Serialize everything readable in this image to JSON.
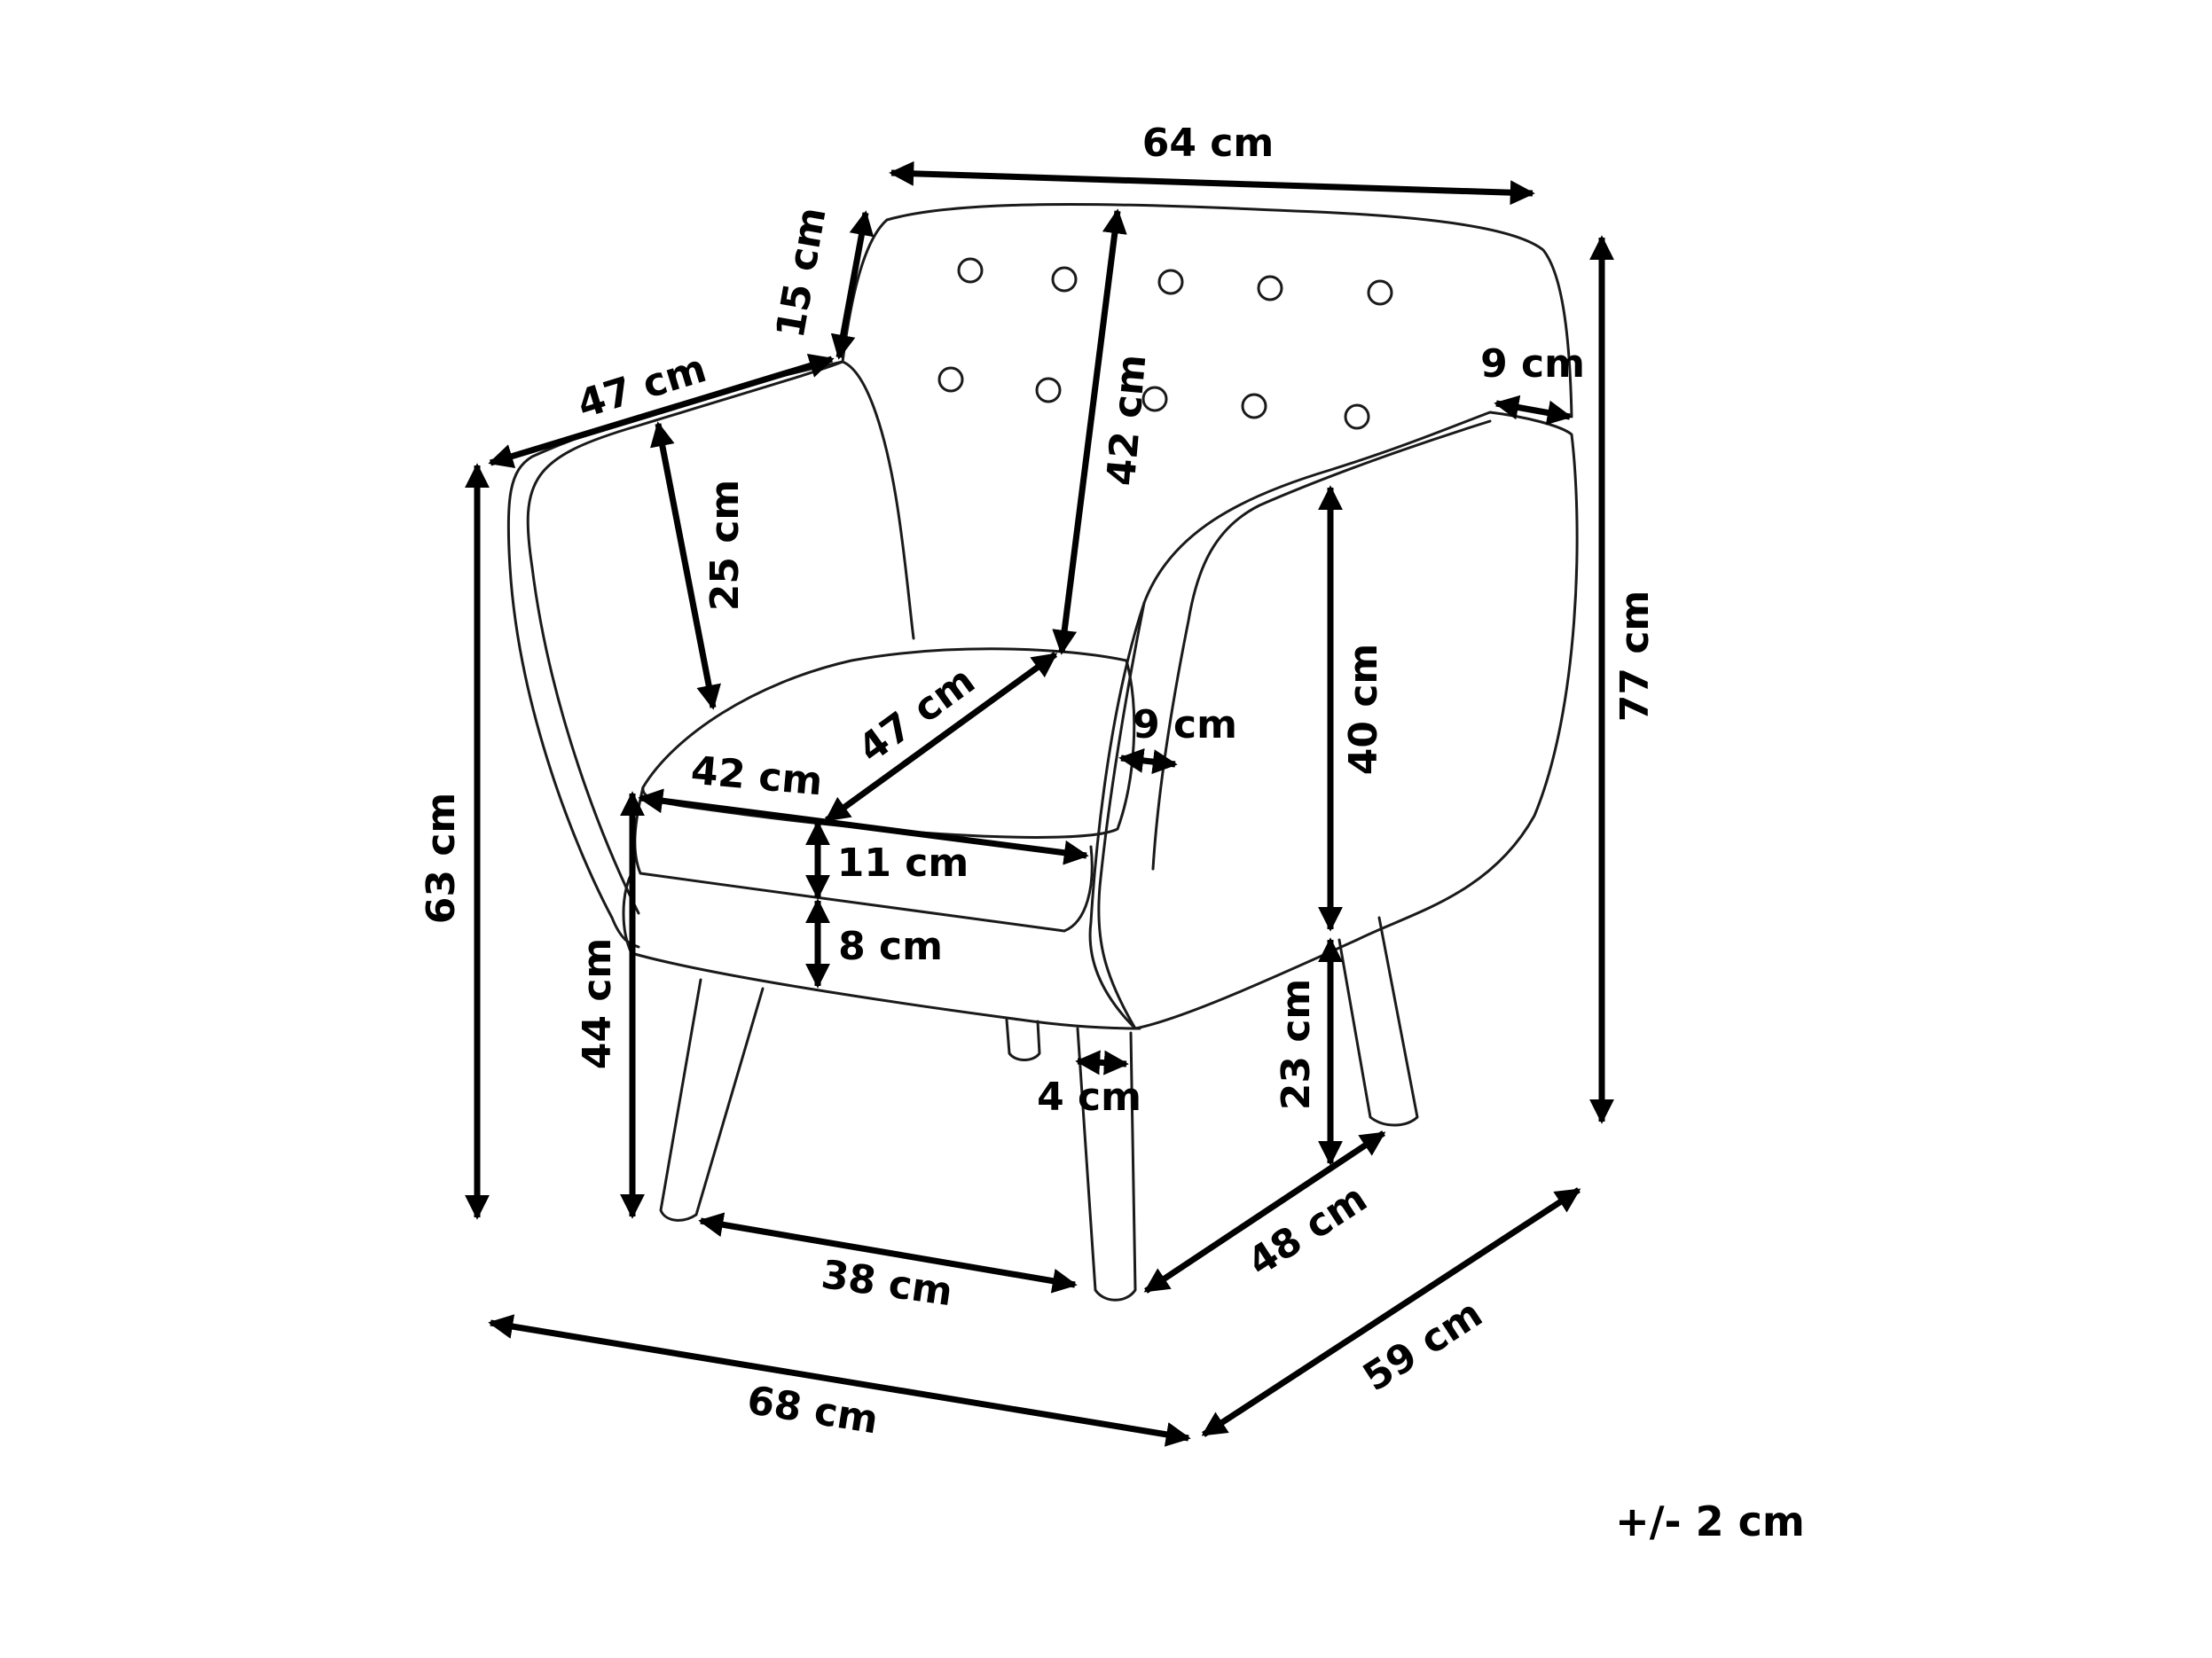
{
  "dimensions": {
    "back_width": "64 cm",
    "backrest_top_thickness": "15 cm",
    "arm_depth": "47 cm",
    "backrest_height": "42 cm",
    "arm_width_right": "9 cm",
    "total_height": "77 cm",
    "arm_inner_height": "25 cm",
    "arm_height": "63 cm",
    "seat_depth": "47 cm",
    "arm_width_inner": "9 cm",
    "armrest_to_floor": "40 cm",
    "seat_width": "42 cm",
    "seat_cushion_thickness": "11 cm",
    "seat_base_thickness": "8 cm",
    "seat_height": "44 cm",
    "leg_thickness": "4 cm",
    "leg_height": "23 cm",
    "leg_span_front": "38 cm",
    "leg_span_side": "48 cm",
    "overall_width": "68 cm",
    "overall_depth": "59 cm"
  },
  "tolerance": "+/- 2 cm"
}
